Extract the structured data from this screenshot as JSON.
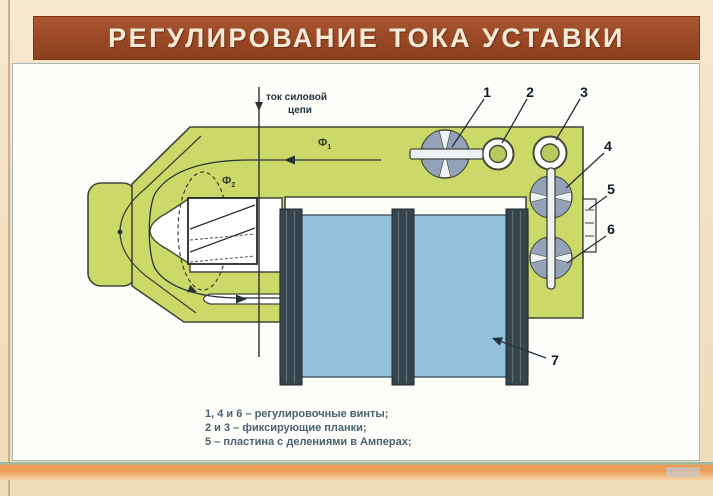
{
  "poster": {
    "title": "РЕГУЛИРОВАНИЕ ТОКА УСТАВКИ"
  },
  "diagram": {
    "wire_label": {
      "line1": "ток силовой",
      "line2": "цепи"
    },
    "flux_labels": {
      "phi1_base": "Ф",
      "phi1_sub": "1",
      "phi2_base": "Ф",
      "phi2_sub": "2"
    },
    "callouts": [
      {
        "label": "1"
      },
      {
        "label": "2"
      },
      {
        "label": "3"
      },
      {
        "label": "4"
      },
      {
        "label": "5"
      },
      {
        "label": "6"
      },
      {
        "label": "7"
      }
    ]
  },
  "legend": {
    "lines": [
      "1, 4 и 6 – регулировочные винты;",
      "2 и 3 – фиксирующие планки;",
      "5 – пластина с делениями в Амперах;"
    ]
  },
  "colors": {
    "title_bar": "#9c4a27",
    "page_background": "#f2e1c2",
    "core_green": "#cbd969",
    "coil_blue": "#94c0dc",
    "coil_band_dark": "#38444c",
    "screw_sector": "#93a2b8",
    "outline": "#42473a",
    "accent_orange_strip": "#ea9c54",
    "legend_text": "#4a6170"
  }
}
